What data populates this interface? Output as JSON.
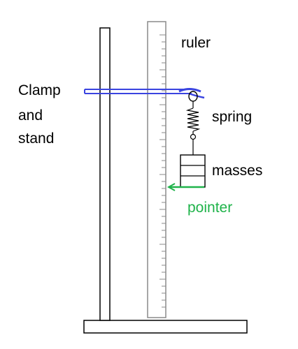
{
  "labels": {
    "ruler": "ruler",
    "clamp_line1": "Clamp",
    "clamp_line2": "and",
    "clamp_line3": "stand",
    "spring": "spring",
    "masses": "masses",
    "pointer": "pointer"
  },
  "colors": {
    "clamp": "#3a44e0",
    "pointer": "#1fb34a",
    "ruler_stroke": "#8a8a8a",
    "outline": "#000000"
  },
  "ruler": {
    "tick_count": 40
  }
}
